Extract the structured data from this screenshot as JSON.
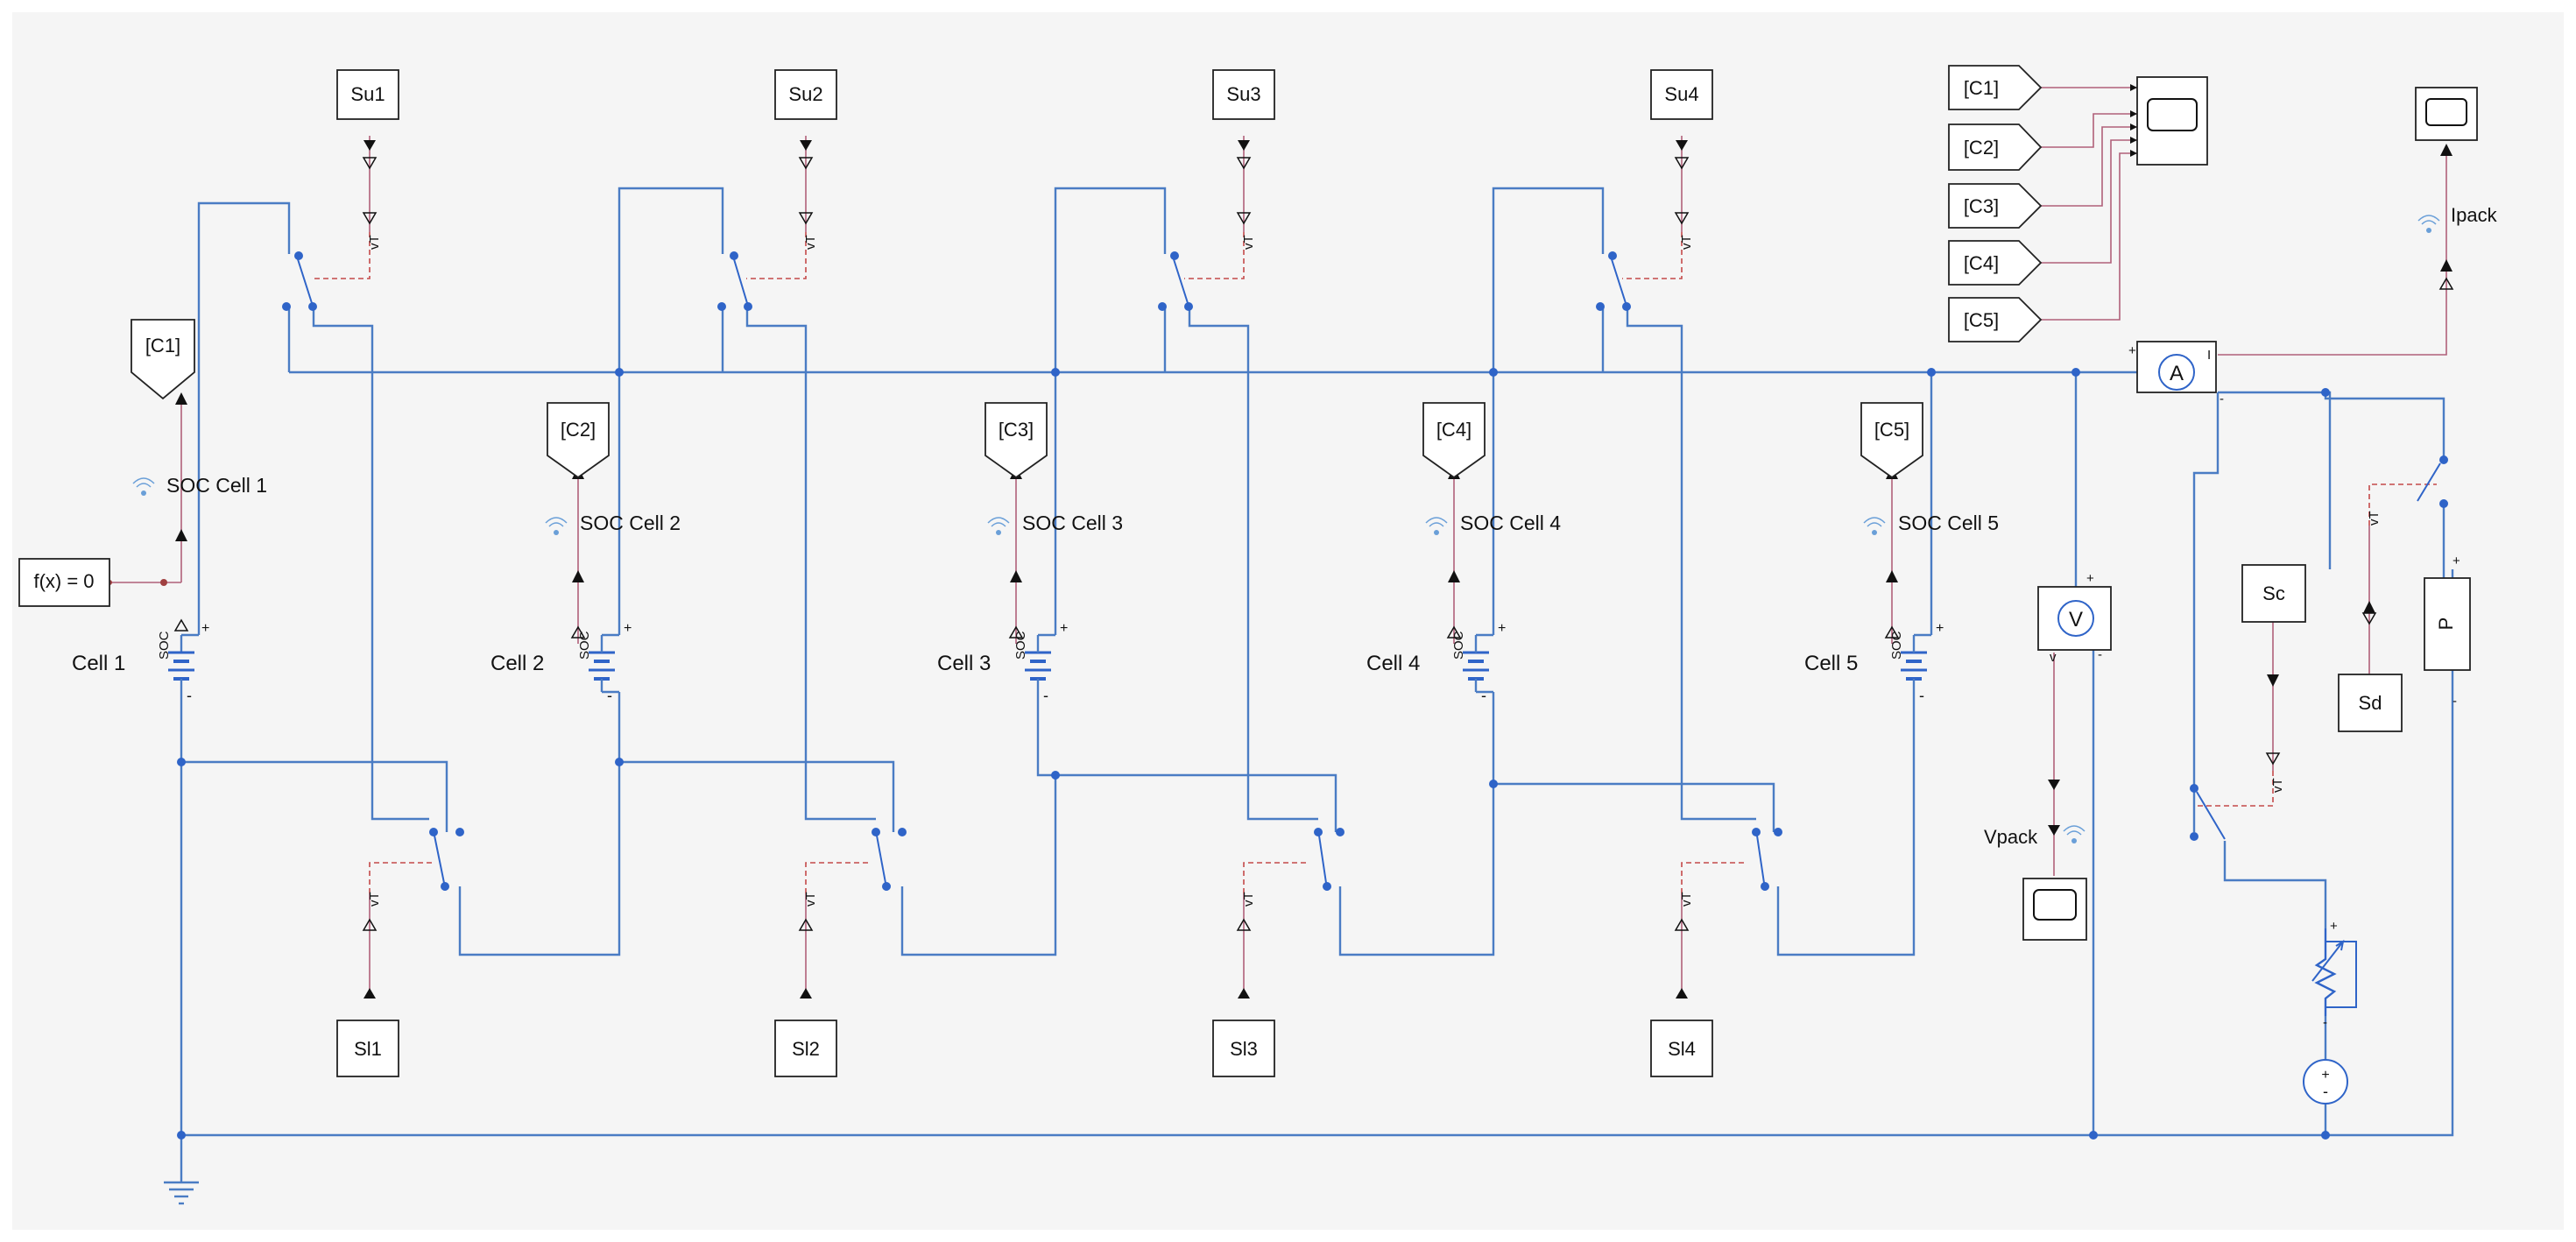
{
  "diagram": {
    "source": {
      "label": "f(x) = 0"
    },
    "cells": [
      {
        "name": "Cell 1",
        "goto": "[C1]",
        "soc_label": "SOC Cell 1",
        "port": "SOC"
      },
      {
        "name": "Cell 2",
        "goto": "[C2]",
        "soc_label": "SOC Cell 2",
        "port": "SOC"
      },
      {
        "name": "Cell 3",
        "goto": "[C3]",
        "soc_label": "SOC Cell 3",
        "port": "SOC"
      },
      {
        "name": "Cell 4",
        "goto": "[C4]",
        "soc_label": "SOC Cell 4",
        "port": "SOC"
      },
      {
        "name": "Cell 5",
        "goto": "[C5]",
        "soc_label": "SOC Cell 5",
        "port": "SOC"
      }
    ],
    "upper_switch_inputs": [
      "Su1",
      "Su2",
      "Su3",
      "Su4"
    ],
    "lower_switch_inputs": [
      "Sl1",
      "Sl2",
      "Sl3",
      "Sl4"
    ],
    "from_tags": [
      "[C1]",
      "[C2]",
      "[C3]",
      "[C4]",
      "[C5]"
    ],
    "switch_port": "vT",
    "sensors": {
      "ammeter": "A",
      "voltmeter": "V",
      "voltmeter_port": "v",
      "ammeter_port": "I",
      "current_signal": "Ipack",
      "voltage_signal": "Vpack",
      "power_source": "P"
    },
    "charge_control": {
      "charge": "Sc",
      "discharge": "Sd"
    },
    "polarity": {
      "plus": "+",
      "minus": "-"
    }
  }
}
